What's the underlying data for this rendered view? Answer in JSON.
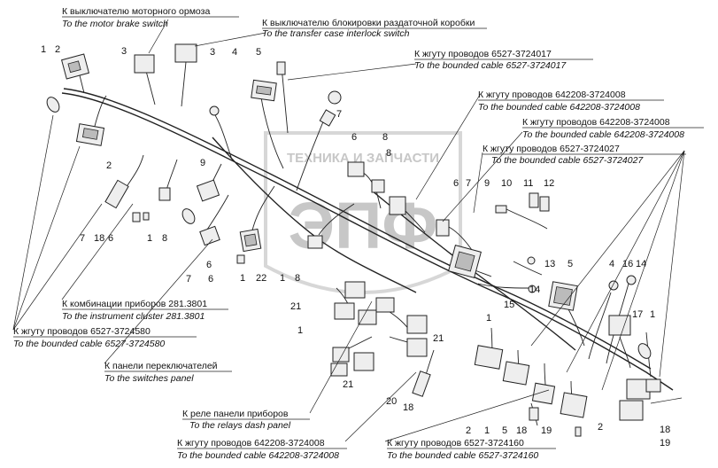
{
  "watermark": {
    "title": "ТЕХНИКА И ЗАПЧАСТИ",
    "logo": "ЭПФ"
  },
  "callouts": [
    {
      "ru": "К выключателю моторного ормоза",
      "en": "To the motor brake switch"
    },
    {
      "ru": "К выключателю блокировки раздаточной коробки",
      "en": "To the transfer case interlock switch"
    },
    {
      "ru": "К жгуту проводов 6527-3724017",
      "en": "To the bounded cable 6527-3724017"
    },
    {
      "ru": "К жгуту проводов 642208-3724008",
      "en": "To the bounded cable 642208-3724008"
    },
    {
      "ru": "К жгуту проводов 642208-3724008",
      "en": "To the bounded cable 642208-3724008"
    },
    {
      "ru": "К жгуту проводов 6527-3724027",
      "en": "To the bounded cable 6527-3724027"
    },
    {
      "ru": "К комбинации приборов 281.3801",
      "en": "To the instrument cluster 281.3801"
    },
    {
      "ru": "К жгуту проводов 6527-3724580",
      "en": "To the bounded cable 6527-3724580"
    },
    {
      "ru": "К панели переключателей",
      "en": "To the switches panel"
    },
    {
      "ru": "К реле панели приборов",
      "en": "To the relays dash panel"
    },
    {
      "ru": "К жгуту проводов 642208-3724008",
      "en": "To the bounded cable 642208-3724008"
    },
    {
      "ru": "К жгуту проводов 6527-3724160",
      "en": "To the bounded cable 6527-3724160"
    }
  ],
  "item_numbers": [
    "1",
    "2",
    "3",
    "3",
    "2",
    "4",
    "5",
    "6",
    "7",
    "8",
    "7",
    "18",
    "6",
    "1",
    "8",
    "9",
    "6",
    "7",
    "6",
    "1",
    "22",
    "1",
    "8",
    "6",
    "7",
    "8",
    "9",
    "10",
    "11",
    "12",
    "13",
    "14",
    "5",
    "4",
    "16",
    "14",
    "21",
    "1",
    "21",
    "21",
    "15",
    "1",
    "17",
    "1",
    "20",
    "18",
    "2",
    "1",
    "5",
    "18",
    "19",
    "2",
    "18",
    "19"
  ]
}
